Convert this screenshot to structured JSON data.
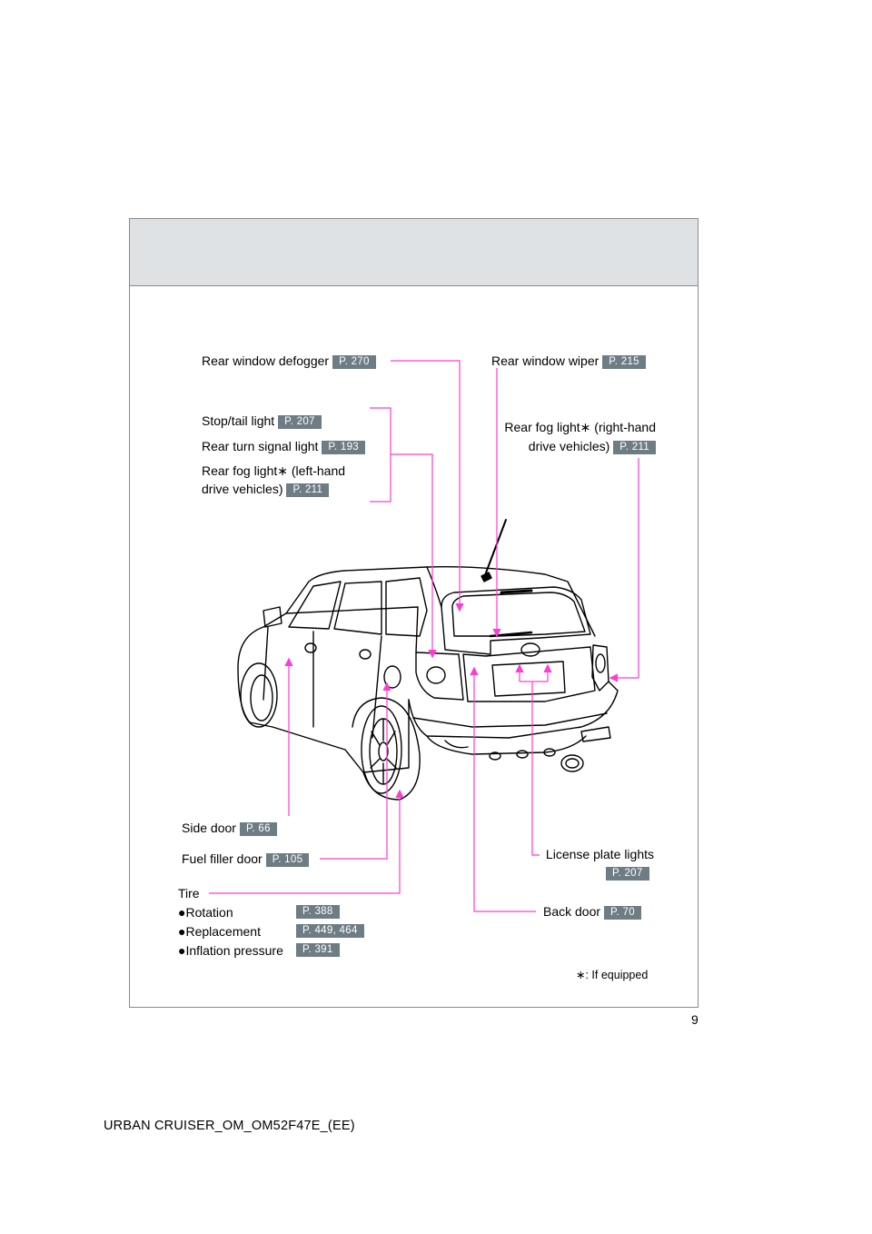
{
  "labels": {
    "rear_window_defogger": "Rear window defogger",
    "rear_window_defogger_page": "P. 270",
    "rear_window_wiper": "Rear window wiper",
    "rear_window_wiper_page": "P. 215",
    "stop_tail_light": "Stop/tail light",
    "stop_tail_light_page": "P. 207",
    "rear_turn_signal_light": "Rear turn signal light",
    "rear_turn_signal_light_page": "P. 193",
    "rear_fog_left_line1": "Rear fog light∗ (left-hand",
    "rear_fog_left_line2": "drive vehicles)",
    "rear_fog_left_page": "P. 211",
    "rear_fog_right_line1": "Rear fog light∗ (right-hand",
    "rear_fog_right_line2": "drive vehicles)",
    "rear_fog_right_page": "P. 211",
    "side_door": "Side door",
    "side_door_page": "P. 66",
    "fuel_filler_door": "Fuel filler door",
    "fuel_filler_door_page": "P. 105",
    "license_plate_lights": "License plate lights",
    "license_plate_lights_page": "P. 207",
    "back_door": "Back door",
    "back_door_page": "P. 70",
    "tire": "Tire",
    "tire_items": [
      {
        "label": "Rotation",
        "page": "P. 388"
      },
      {
        "label": "Replacement",
        "page": "P. 449, 464"
      },
      {
        "label": "Inflation pressure",
        "page": "P. 391"
      }
    ],
    "bullet": "●",
    "footnote": "∗: If equipped"
  },
  "page_number": "9",
  "footer": "URBAN CRUISER_OM_OM52F47E_(EE)",
  "colors": {
    "leader": "#ff3bd6",
    "badge": "#6e7c84",
    "header": "#dfe2e4"
  }
}
